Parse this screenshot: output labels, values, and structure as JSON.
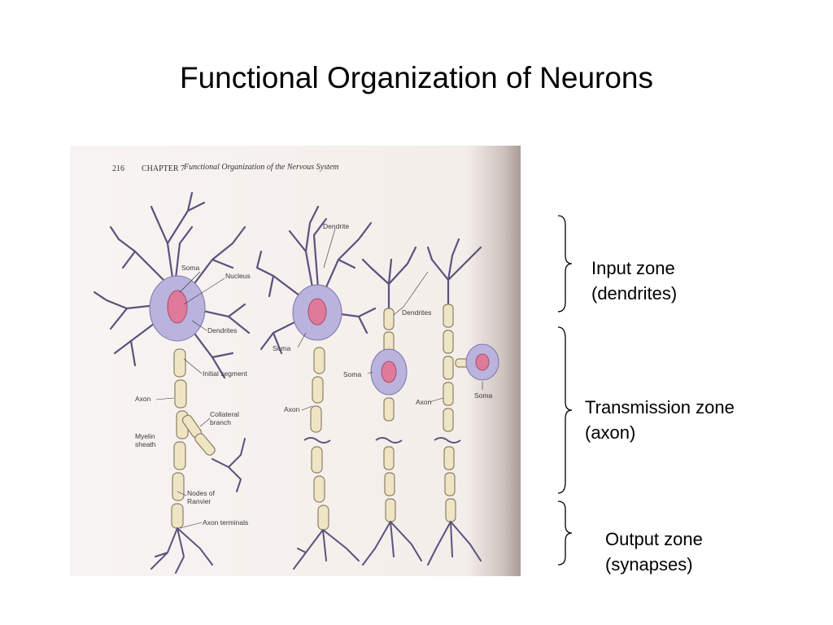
{
  "slide": {
    "title": "Functional Organization of Neurons"
  },
  "figure": {
    "page_number": "216",
    "chapter": "CHAPTER 7",
    "chapter_title": "Functional Organization of the Nervous System",
    "labels": {
      "soma_1": "Soma",
      "nucleus": "Nucleus",
      "dendrites_1": "Dendrites",
      "initial_segment": "Initial segment",
      "axon_1": "Axon",
      "collateral_branch_1": "Collateral",
      "collateral_branch_2": "branch",
      "myelin_sheath_1": "Myelin",
      "myelin_sheath_2": "sheath",
      "nodes_of_ranvier_1": "Nodes of",
      "nodes_of_ranvier_2": "Ranvier",
      "axon_terminals": "Axon terminals",
      "dendrite_2": "Dendrite",
      "soma_2": "Soma",
      "axon_2": "Axon",
      "dendrites_3": "Dendrites",
      "soma_3": "Soma",
      "axon_4": "Axon",
      "soma_4": "Soma"
    }
  },
  "zones": [
    {
      "line1": "Input zone",
      "line2": "(dendrites)"
    },
    {
      "line1": "Transmission zone",
      "line2": "(axon)"
    },
    {
      "line1": "Output zone",
      "line2": "(synapses)"
    }
  ],
  "colors": {
    "cell_body": "#b9b3dd",
    "nucleus": "#e07a9a",
    "myelin": "#efe5c4",
    "page_paper": "#f7f2ee"
  }
}
